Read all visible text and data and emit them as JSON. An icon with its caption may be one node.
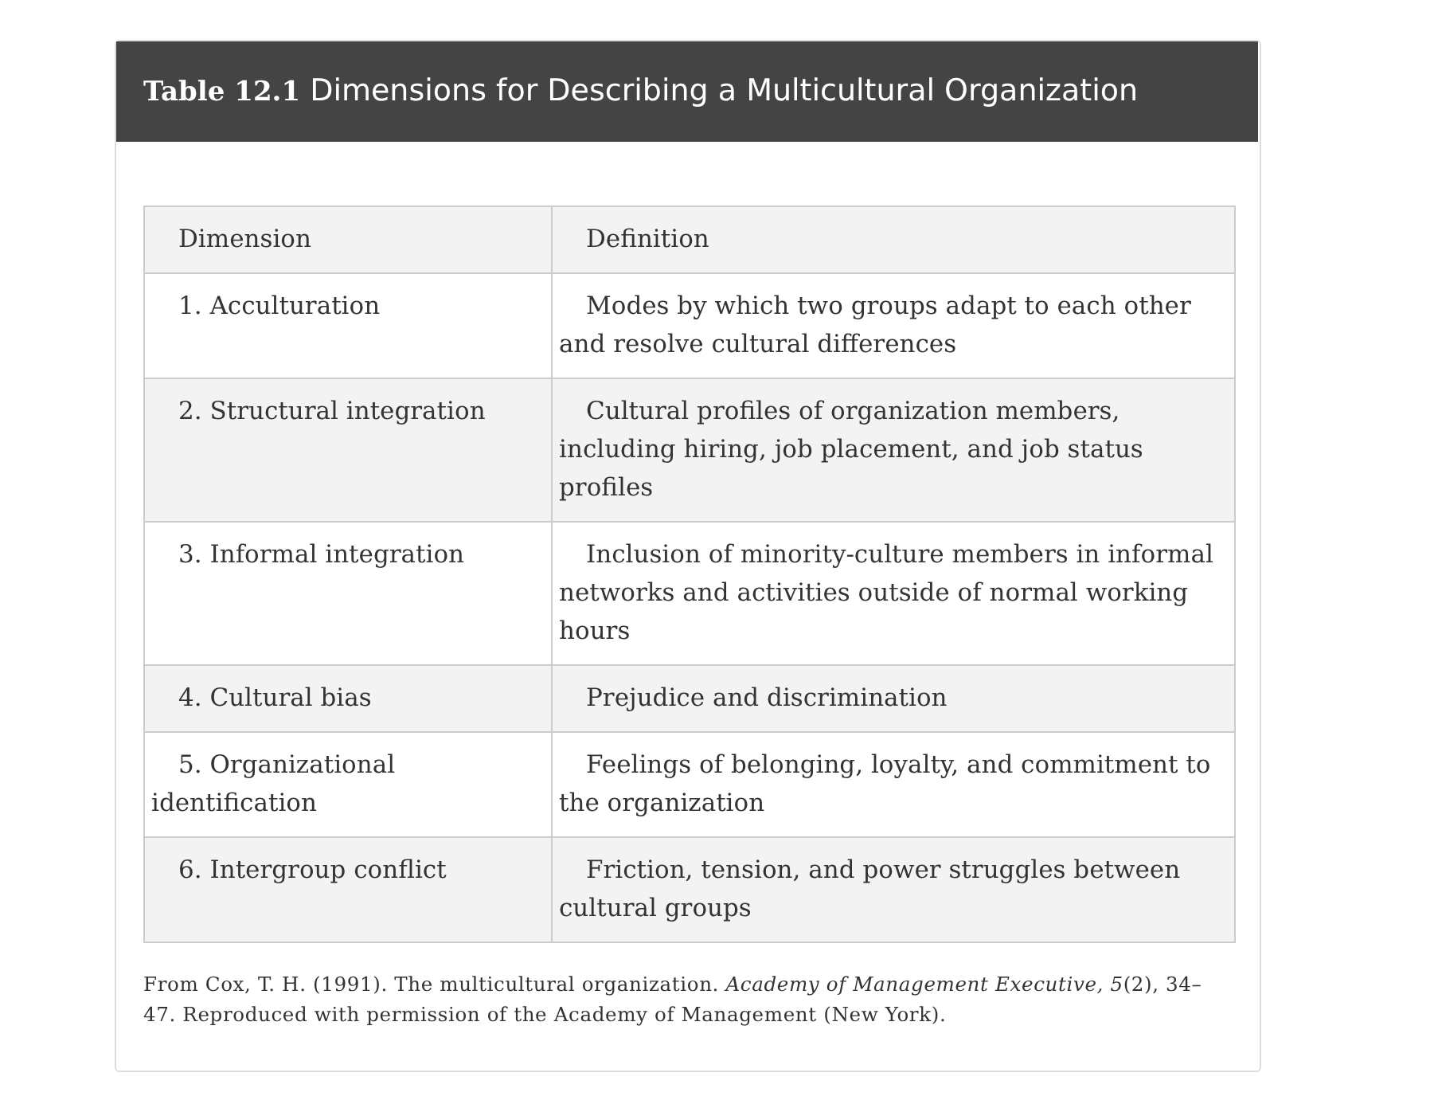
{
  "diagram": {
    "title": "**Table 12.1** Dimensions for Describing a Multicultural Organization",
    "caption": "From Cox, T. H. (1991). The multicultural organization. *Academy of Management Executive, 5*(2), 34–47. Reproduced with permission of the Academy of Management (New York).",
    "labels": [
      "Dimension",
      "Definition",
      "1. Acculturation",
      "Modes by which two groups adapt to each other and resolve cultural differences",
      "2. Structural integration",
      "Cultural profiles of organization members, including hiring, job placement, and job status profiles",
      "3. Informal integration",
      "Inclusion of minority-culture members in informal networks and activities outside of normal working hours",
      "4. Cultural bias",
      "Prejudice and discrimination",
      "5. Organizational identification",
      "Feelings of belonging, loyalty, and commitment to the organization",
      "6. Intergroup conflict",
      "Friction, tension, and power struggles between cultural groups"
    ]
  }
}
